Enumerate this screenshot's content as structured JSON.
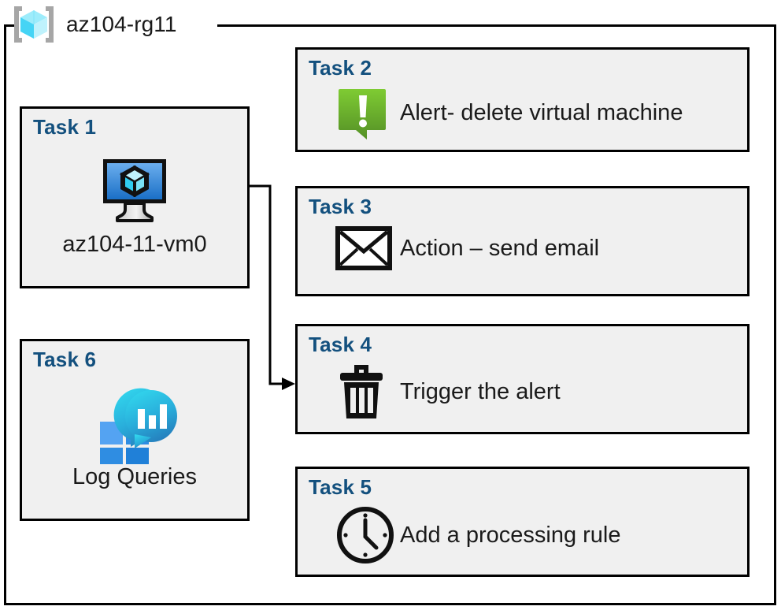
{
  "resource_group": {
    "name": "az104-rg11",
    "icon": "resource-group-cube-icon"
  },
  "cards": {
    "task1": {
      "title": "Task 1",
      "label": "az104-11-vm0",
      "icon": "virtual-machine-icon"
    },
    "task2": {
      "title": "Task 2",
      "label": "Alert- delete virtual machine",
      "icon": "alert-exclamation-icon"
    },
    "task3": {
      "title": "Task 3",
      "label": "Action – send email",
      "icon": "envelope-icon"
    },
    "task4": {
      "title": "Task 4",
      "label": "Trigger the alert",
      "icon": "trash-delete-icon"
    },
    "task5": {
      "title": "Task 5",
      "label": "Add a processing rule",
      "icon": "clock-icon"
    },
    "task6": {
      "title": "Task 6",
      "label": "Log Queries",
      "icon": "log-analytics-icon"
    }
  },
  "connector": {
    "from": "task1-virtual-machine-icon",
    "to": "task4-card",
    "arrow": "arrowhead-right"
  },
  "colors": {
    "task_title": "#13507E",
    "card_fill": "#F0F0F0",
    "card_border": "#000000",
    "alert_green_light": "#7DC832",
    "alert_green_dark": "#589327",
    "vm_screen_light": "#5FA3E8",
    "vm_screen_dark": "#1B72C8",
    "log_teal": "#2FD0E8",
    "log_blue": "#2E8BE0",
    "rg_cube_cyan": "#8FE8F8",
    "rg_bracket_gray": "#A6A6A6",
    "text": "#1A1A1A"
  }
}
